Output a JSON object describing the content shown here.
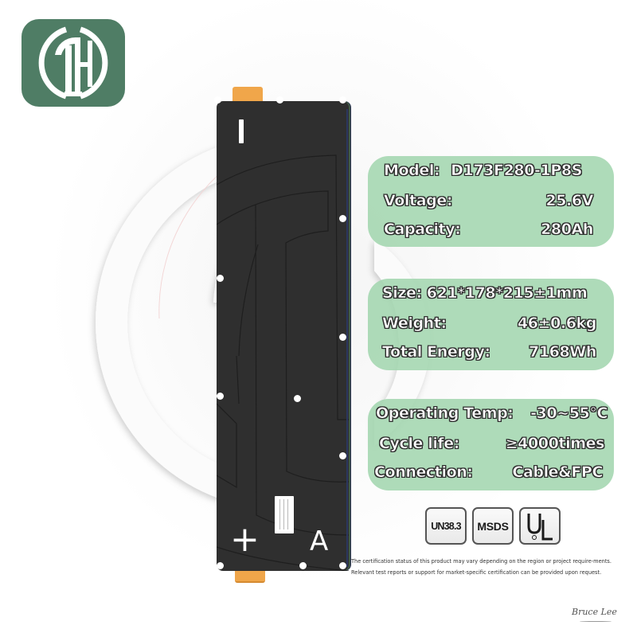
{
  "brand": {
    "logo_letters": "TH",
    "logo_color": "#4f7d65"
  },
  "battery": {
    "terminal_negative_mark": "−",
    "terminal_positive_mark": "+",
    "side_letter": "A",
    "body_color": "#2f2f2f",
    "terminal_color": "#f0a64a"
  },
  "specs": {
    "panel_color": "#a3d6af",
    "group1": [
      {
        "label": "Model:",
        "value": "D173F280-1P8S"
      },
      {
        "label": "Voltage:",
        "value": "25.6V"
      },
      {
        "label": "Capacity:",
        "value": "280Ah"
      }
    ],
    "group2": [
      {
        "label": "Size:",
        "value": "621*178*215±1mm"
      },
      {
        "label": "Weight:",
        "value": "46±0.6kg"
      },
      {
        "label": "Total Energy:",
        "value": "7168Wh"
      }
    ],
    "group3": [
      {
        "label": "Operating Temp:",
        "value": "-30~55°C"
      },
      {
        "label": "Cycle life:",
        "value": "≥4000times"
      },
      {
        "label": "Connection:",
        "value": "Cable&FPC"
      }
    ]
  },
  "certifications": [
    {
      "name": "UN38.3"
    },
    {
      "name": "MSDS"
    },
    {
      "name": "UL"
    }
  ],
  "disclaimer": "The certification status of this product may vary depending on the region or project require-ments. Relevant test reports or support for market-specific certification can be provided upon request.",
  "signature": "Bruce Lee"
}
